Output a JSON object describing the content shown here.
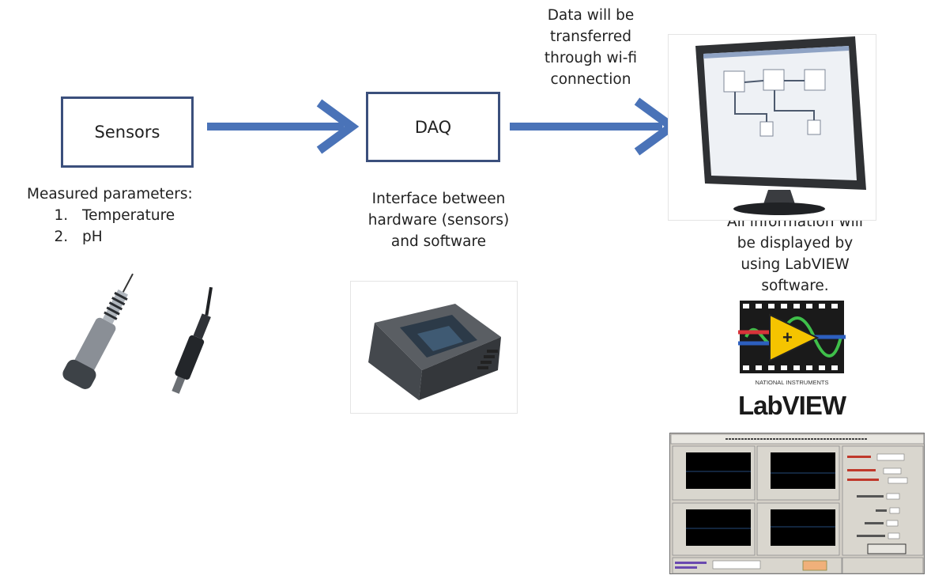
{
  "nodes": {
    "sensors": {
      "label": "Sensors"
    },
    "daq": {
      "label": "DAQ"
    }
  },
  "captions": {
    "wifi": [
      "Data will be",
      "transferred",
      "through wi-fi",
      "connection"
    ],
    "interface": [
      "Interface between",
      "hardware (sensors)",
      "and software"
    ],
    "display": [
      "All information will",
      "be displayed by",
      "using LabVIEW",
      "software."
    ]
  },
  "parameters": {
    "heading": "Measured parameters:",
    "items": [
      "Temperature",
      "pH"
    ]
  },
  "logo": {
    "maker": "NATIONAL INSTRUMENTS",
    "name": "LabVIEW"
  },
  "colors": {
    "box_border": "#3b4f7c",
    "arrow": "#4a73b8"
  },
  "icons": [
    "sensor-probe-icon",
    "daq-device-icon",
    "monitor-icon",
    "labview-logo-icon",
    "dashboard-screenshot-icon"
  ]
}
